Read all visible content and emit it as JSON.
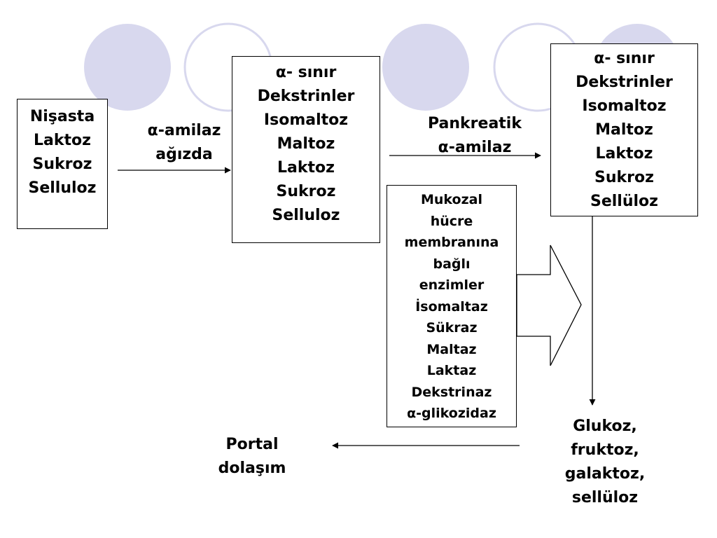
{
  "colors": {
    "circle_fill": "#d8d8ee",
    "circle_stroke": "#d8d8ee",
    "line": "#000000"
  },
  "source_box": {
    "lines": [
      "Nişasta",
      "Laktoz",
      "Sukroz",
      "Selluloz"
    ]
  },
  "step1": {
    "lines": [
      "α-amilaz",
      "ağızda"
    ]
  },
  "mid_box": {
    "lines": [
      "α- sınır",
      "Dekstrinler",
      "Isomaltoz",
      "Maltoz",
      "Laktoz",
      "Sukroz",
      "Selluloz"
    ]
  },
  "step2": {
    "lines": [
      "Pankreatik",
      "α-amilaz"
    ]
  },
  "right_box": {
    "lines": [
      "α- sınır",
      "Dekstrinler",
      "Isomaltoz",
      "Maltoz",
      "Laktoz",
      "Sukroz",
      "Sellüloz"
    ]
  },
  "enzyme_box": {
    "lines": [
      "Mukozal",
      "hücre",
      "membranına",
      "bağlı",
      "enzimler",
      "İsomaltaz",
      "Sükraz",
      "Maltaz",
      "Laktaz",
      "Dekstrinaz",
      "α-glikozidaz"
    ]
  },
  "products": {
    "lines": [
      "Glukoz,",
      "fruktoz,",
      "galaktoz,",
      "sellüloz"
    ]
  },
  "destination": {
    "lines": [
      "Portal",
      "dolaşım"
    ]
  }
}
